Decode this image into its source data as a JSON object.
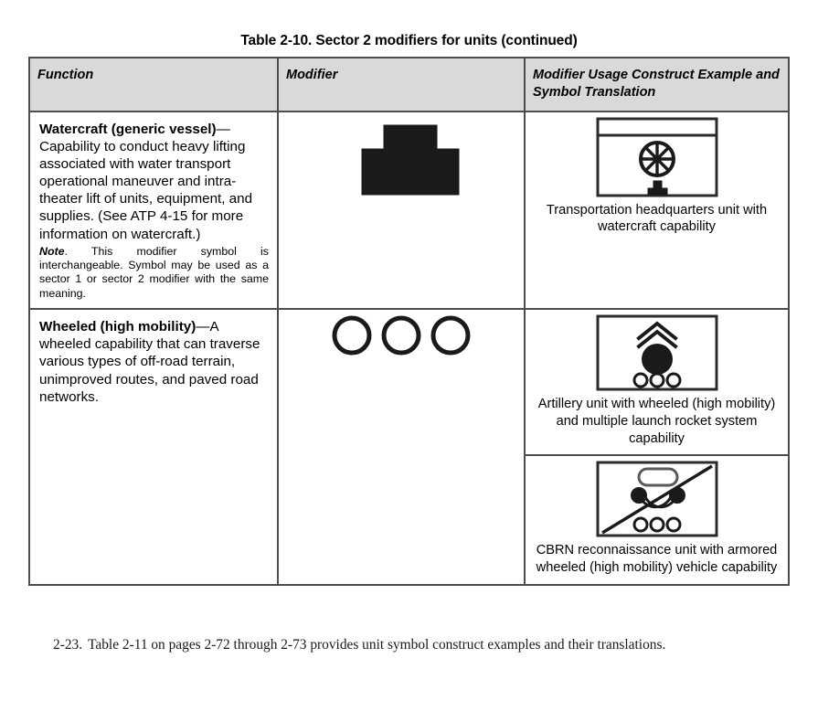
{
  "document": {
    "table_caption": "Table 2-10. Sector 2 modifiers for units (continued)",
    "footer_number": "2-23.",
    "footer_text": "Table 2-11 on pages 2-72 through 2-73 provides unit symbol construct examples and their translations."
  },
  "table": {
    "header": {
      "col1": "Function",
      "col2": "Modifier",
      "col3": "Modifier Usage Construct Example and Symbol Translation"
    },
    "rows": [
      {
        "function_term": "Watercraft (generic vessel)",
        "function_dash": "—",
        "function_text": "Capability to conduct heavy lifting associated with water transport operational maneuver and intra-theater lift of units,  equipment, and supplies. (See ATP 4-15 for more information on watercraft.)",
        "note_label": "Note",
        "note_text": ". This modifier symbol is interchangeable. Symbol may be used as a sector 1 or sector 2 modifier with the same meaning.",
        "modifier_symbol": "watercraft-generic-vessel-symbol",
        "examples": [
          {
            "symbol": "transportation-headquarters-watercraft-symbol",
            "caption": "Transportation headquarters unit with watercraft capability"
          }
        ]
      },
      {
        "function_term": "Wheeled (high mobility)",
        "function_dash": "—",
        "function_text": "A wheeled capability that can traverse various types of off-road terrain, unimproved routes, and paved road networks.",
        "note_label": "",
        "note_text": "",
        "modifier_symbol": "wheeled-high-mobility-three-circles-symbol",
        "examples": [
          {
            "symbol": "artillery-mlrs-wheeled-symbol",
            "caption": "Artillery unit with wheeled (high mobility) and multiple launch rocket system capability"
          },
          {
            "symbol": "cbrn-recon-armored-wheeled-symbol",
            "caption": "CBRN reconnaissance unit with armored wheeled (high mobility) vehicle capability"
          }
        ]
      }
    ]
  },
  "colors": {
    "header_fill": "#d9d9d9",
    "border": "#4d4d4d",
    "ink": "#1a1a1a",
    "page": "#ffffff"
  }
}
